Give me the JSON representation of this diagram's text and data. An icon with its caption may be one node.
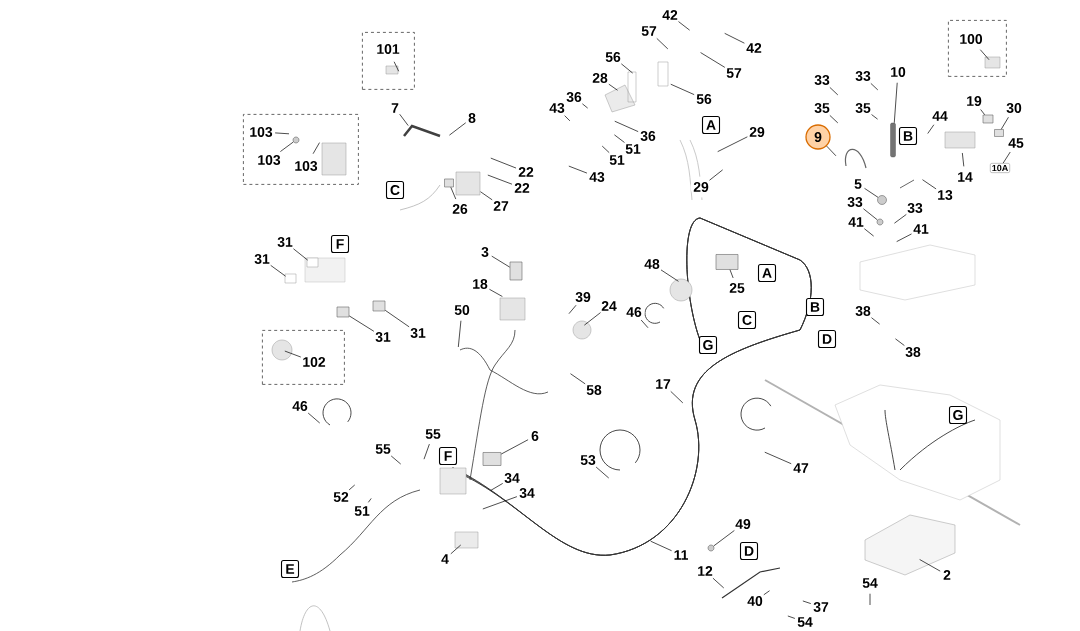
{
  "diagram": {
    "nodes": [
      {
        "text": [],
        "shape": "box"
      },
      {
        "text": [
          "101"
        ],
        "in": 0
      },
      {
        "text": [
          "42"
        ]
      },
      {
        "text": [],
        "shape": "box"
      },
      {
        "text": [
          "100"
        ],
        "in": 3
      },
      {
        "text": [
          "57"
        ]
      },
      {
        "text": [
          "42"
        ]
      },
      {
        "text": [
          "56"
        ]
      },
      {
        "text": [
          "57"
        ]
      },
      {
        "text": [
          "33"
        ]
      },
      {
        "text": [
          "33"
        ]
      },
      {
        "text": [
          "10"
        ]
      },
      {
        "text": [
          "28"
        ]
      },
      {
        "text": [
          "36"
        ]
      },
      {
        "text": [
          "56"
        ]
      },
      {
        "text": [
          "19"
        ]
      },
      {
        "text": [
          "7"
        ]
      },
      {
        "text": [
          "43"
        ]
      },
      {
        "text": [
          "35"
        ]
      },
      {
        "text": [
          "35"
        ]
      },
      {
        "text": [
          "30"
        ]
      },
      {
        "text": [],
        "shape": "box"
      },
      {
        "text": [
          "103"
        ],
        "in": 21
      },
      {
        "text": [
          "8"
        ]
      },
      {
        "text": [
          "44"
        ]
      },
      {
        "text": [
          "A"
        ]
      },
      {
        "text": [
          "29"
        ]
      },
      {
        "text": [
          "36"
        ]
      },
      {
        "text": [
          "B"
        ]
      },
      {
        "text": [
          "9"
        ]
      },
      {
        "text": [
          "45"
        ]
      },
      {
        "text": [
          "51"
        ]
      },
      {
        "text": [
          "103"
        ],
        "in": 21
      },
      {
        "text": [
          "103"
        ],
        "in": 21
      },
      {
        "text": [
          "51"
        ]
      },
      {
        "text": [
          "22"
        ]
      },
      {
        "text": [
          "43"
        ]
      },
      {
        "text": [
          "14"
        ]
      },
      {
        "text": [
          "5"
        ]
      },
      {
        "text": [
          "29"
        ]
      },
      {
        "text": [
          "22"
        ]
      },
      {
        "text": [
          "C"
        ]
      },
      {
        "text": [
          "13"
        ]
      },
      {
        "text": [
          "33"
        ]
      },
      {
        "text": [
          "33"
        ]
      },
      {
        "text": [
          "27"
        ]
      },
      {
        "text": [
          "26"
        ]
      },
      {
        "text": [
          "41"
        ]
      },
      {
        "text": [
          "41"
        ]
      },
      {
        "text": [
          "31"
        ]
      },
      {
        "text": [
          "F"
        ]
      },
      {
        "text": [
          "3"
        ]
      },
      {
        "text": [
          "31"
        ]
      },
      {
        "text": [
          "48"
        ]
      },
      {
        "text": [
          "A"
        ]
      },
      {
        "text": [
          "18"
        ]
      },
      {
        "text": [
          "25"
        ]
      },
      {
        "text": [
          "39"
        ]
      },
      {
        "text": [
          "24"
        ]
      },
      {
        "text": [
          "B"
        ]
      },
      {
        "text": [
          "50"
        ]
      },
      {
        "text": [
          "46"
        ]
      },
      {
        "text": [
          "38"
        ]
      },
      {
        "text": [
          "C"
        ]
      },
      {
        "text": [],
        "shape": "box"
      },
      {
        "text": [
          "102"
        ],
        "in": 64
      },
      {
        "text": [
          "31"
        ]
      },
      {
        "text": [
          "31"
        ]
      },
      {
        "text": [
          "D"
        ]
      },
      {
        "text": [
          "G"
        ]
      },
      {
        "text": [
          "38"
        ]
      },
      {
        "text": [
          "17"
        ]
      },
      {
        "text": [
          "58"
        ]
      },
      {
        "text": [
          "46"
        ]
      },
      {
        "text": [
          "G"
        ]
      },
      {
        "text": [
          "55"
        ]
      },
      {
        "text": [
          "6"
        ]
      },
      {
        "text": [
          "55"
        ]
      },
      {
        "text": [
          "F"
        ]
      },
      {
        "text": [
          "53"
        ]
      },
      {
        "text": [
          "47"
        ]
      },
      {
        "text": [
          "34"
        ]
      },
      {
        "text": [
          "34"
        ]
      },
      {
        "text": [
          "52"
        ]
      },
      {
        "text": [
          "51"
        ]
      },
      {
        "text": [
          "49"
        ]
      },
      {
        "text": [
          "D"
        ]
      },
      {
        "text": [
          "11"
        ]
      },
      {
        "text": [
          "4"
        ]
      },
      {
        "text": [
          "E"
        ]
      },
      {
        "text": [
          "12"
        ]
      },
      {
        "text": [
          "2"
        ]
      },
      {
        "text": [
          "54"
        ]
      },
      {
        "text": [
          "40"
        ]
      },
      {
        "text": [
          "37"
        ]
      },
      {
        "text": [
          "54"
        ]
      },
      {
        "text": [
          "10A"
        ]
      },
      {
        "text": [],
        "shape": "bar"
      },
      {
        "text": [],
        "shape": "circle",
        "in": 21
      },
      {
        "text": [],
        "shape": "circle"
      },
      {
        "text": [],
        "shape": "circle"
      },
      {
        "text": [],
        "shape": "box"
      },
      {
        "text": [],
        "shape": "box"
      },
      {
        "text": [],
        "shape": "box"
      },
      {
        "text": [],
        "shape": "circle"
      },
      {
        "text": [],
        "shape": "box"
      },
      {
        "text": [],
        "shape": "box"
      },
      {
        "text": [],
        "shape": "box"
      },
      {
        "text": [],
        "shape": "box"
      },
      {
        "text": [],
        "shape": "box"
      }
    ],
    "edges": [
      {
        "from": 1,
        "to": null,
        "arrow": "none"
      },
      {
        "from": 2,
        "to": null,
        "arrow": "none"
      },
      {
        "from": 4,
        "to": null,
        "arrow": "none"
      },
      {
        "from": 5,
        "to": null,
        "arrow": "none"
      },
      {
        "from": 6,
        "to": null,
        "arrow": "none"
      },
      {
        "from": 7,
        "to": null,
        "arrow": "none"
      },
      {
        "from": 8,
        "to": null,
        "arrow": "none"
      },
      {
        "from": 9,
        "to": null,
        "arrow": "none"
      },
      {
        "from": 10,
        "to": null,
        "arrow": "none"
      },
      {
        "from": 11,
        "to": 97,
        "arrow": "none"
      },
      {
        "from": 12,
        "to": null,
        "arrow": "none"
      },
      {
        "from": 13,
        "to": null,
        "arrow": "none"
      },
      {
        "from": 14,
        "to": null,
        "arrow": "none"
      },
      {
        "from": 15,
        "to": 105,
        "arrow": "none"
      },
      {
        "from": 16,
        "to": null,
        "arrow": "none"
      },
      {
        "from": 17,
        "to": null,
        "arrow": "none"
      },
      {
        "from": 18,
        "to": null,
        "arrow": "none"
      },
      {
        "from": 19,
        "to": null,
        "arrow": "none"
      },
      {
        "from": 20,
        "to": 109,
        "arrow": "none"
      },
      {
        "from": 22,
        "to": null,
        "arrow": "none"
      },
      {
        "from": 23,
        "to": null,
        "arrow": "none"
      },
      {
        "from": 24,
        "to": null,
        "arrow": "none"
      },
      {
        "from": 26,
        "to": null,
        "arrow": "none"
      },
      {
        "from": 27,
        "to": null,
        "arrow": "none"
      },
      {
        "from": 29,
        "to": null,
        "arrow": "none"
      },
      {
        "from": 30,
        "to": 96,
        "arrow": "none"
      },
      {
        "from": 31,
        "to": null,
        "arrow": "none"
      },
      {
        "from": 32,
        "to": 98,
        "arrow": "none"
      },
      {
        "from": 33,
        "to": null,
        "arrow": "none"
      },
      {
        "from": 34,
        "to": null,
        "arrow": "none"
      },
      {
        "from": 35,
        "to": null,
        "arrow": "none"
      },
      {
        "from": 36,
        "to": null,
        "arrow": "none"
      },
      {
        "from": 37,
        "to": null,
        "arrow": "none"
      },
      {
        "from": 38,
        "to": 99,
        "arrow": "none"
      },
      {
        "from": 39,
        "to": null,
        "arrow": "none"
      },
      {
        "from": 40,
        "to": null,
        "arrow": "none"
      },
      {
        "from": 42,
        "to": null,
        "arrow": "none"
      },
      {
        "from": 43,
        "to": 100,
        "arrow": "none"
      },
      {
        "from": 44,
        "to": null,
        "arrow": "none"
      },
      {
        "from": 45,
        "to": null,
        "arrow": "none"
      },
      {
        "from": 46,
        "to": 106,
        "arrow": "none"
      },
      {
        "from": 47,
        "to": null,
        "arrow": "none"
      },
      {
        "from": 48,
        "to": null,
        "arrow": "none"
      },
      {
        "from": 49,
        "to": null,
        "arrow": "none"
      },
      {
        "from": 51,
        "to": 107,
        "arrow": "none"
      },
      {
        "from": 52,
        "to": null,
        "arrow": "none"
      },
      {
        "from": 53,
        "to": null,
        "arrow": "none"
      },
      {
        "from": 55,
        "to": null,
        "arrow": "none"
      },
      {
        "from": 56,
        "to": 108,
        "arrow": "none"
      },
      {
        "from": 57,
        "to": null,
        "arrow": "none"
      },
      {
        "from": 58,
        "to": null,
        "arrow": "none"
      },
      {
        "from": 60,
        "to": null,
        "arrow": "none"
      },
      {
        "from": 61,
        "to": null,
        "arrow": "none"
      },
      {
        "from": 62,
        "to": null,
        "arrow": "none"
      },
      {
        "from": 65,
        "to": null,
        "arrow": "none"
      },
      {
        "from": 66,
        "to": 101,
        "arrow": "none"
      },
      {
        "from": 67,
        "to": 102,
        "arrow": "none"
      },
      {
        "from": 70,
        "to": null,
        "arrow": "none"
      },
      {
        "from": 71,
        "to": null,
        "arrow": "none"
      },
      {
        "from": 72,
        "to": null,
        "arrow": "none"
      },
      {
        "from": 73,
        "to": null,
        "arrow": "none"
      },
      {
        "from": 75,
        "to": null,
        "arrow": "none"
      },
      {
        "from": 76,
        "to": 103,
        "arrow": "none"
      },
      {
        "from": 77,
        "to": null,
        "arrow": "none"
      },
      {
        "from": 79,
        "to": null,
        "arrow": "none"
      },
      {
        "from": 80,
        "to": null,
        "arrow": "none"
      },
      {
        "from": 81,
        "to": null,
        "arrow": "none"
      },
      {
        "from": 82,
        "to": null,
        "arrow": "none"
      },
      {
        "from": 83,
        "to": null,
        "arrow": "none"
      },
      {
        "from": 84,
        "to": null,
        "arrow": "none"
      },
      {
        "from": 85,
        "to": 104,
        "arrow": "none"
      },
      {
        "from": 87,
        "to": null,
        "arrow": "none"
      },
      {
        "from": 88,
        "to": null,
        "arrow": "none"
      },
      {
        "from": 90,
        "to": null,
        "arrow": "none"
      },
      {
        "from": 91,
        "to": null,
        "arrow": "none"
      },
      {
        "from": 92,
        "to": null,
        "arrow": "none"
      },
      {
        "from": 93,
        "to": null,
        "arrow": "none"
      },
      {
        "from": 94,
        "to": null,
        "arrow": "none"
      },
      {
        "from": 95,
        "to": null,
        "arrow": "none"
      }
    ]
  }
}
